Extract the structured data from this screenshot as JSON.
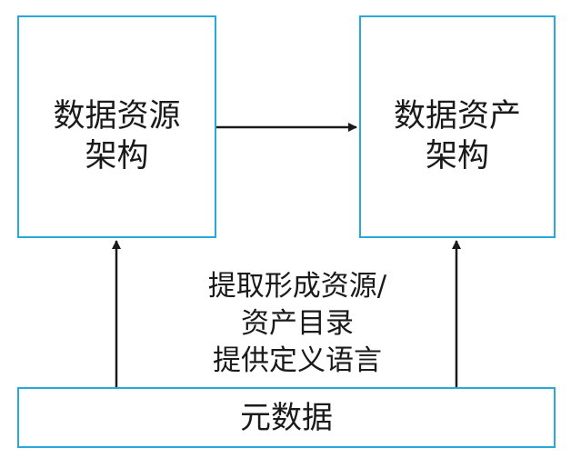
{
  "nodes": {
    "left": {
      "line1": "数据资源",
      "line2": "架构"
    },
    "right": {
      "line1": "数据资产",
      "line2": "架构"
    },
    "bottom": {
      "label": "元数据"
    }
  },
  "edge_label": {
    "line1": "提取形成资源/",
    "line2": "资产目录",
    "line3": "提供定义语言"
  },
  "colors": {
    "box_border": "#29a9d9",
    "arrow": "#1a1a1a",
    "text": "#1a1a1a"
  }
}
